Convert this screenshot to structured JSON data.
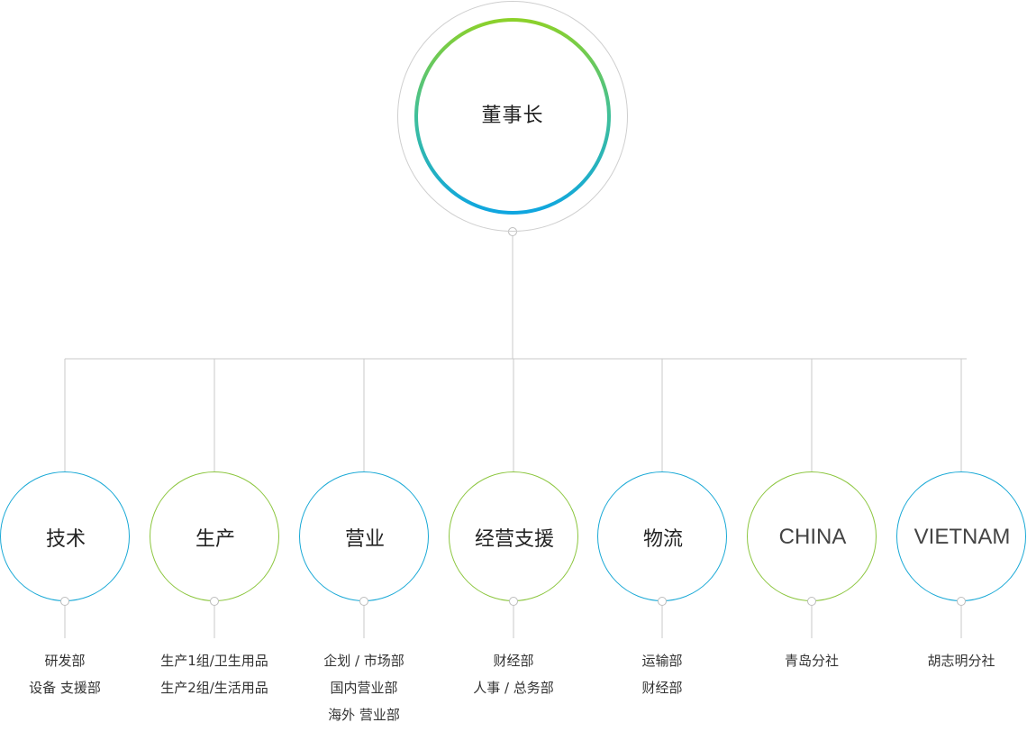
{
  "chairman": {
    "label": "董事长"
  },
  "departments": [
    {
      "id": "tech",
      "label": "技术",
      "color": "blue",
      "subs": [
        "研发部",
        "设备 支援部"
      ]
    },
    {
      "id": "prod",
      "label": "生产",
      "color": "green",
      "subs": [
        "生产1组/卫生用品",
        "生产2组/生活用品"
      ]
    },
    {
      "id": "sales",
      "label": "营业",
      "color": "blue",
      "subs": [
        "企划 / 市场部",
        "国内营业部",
        "海外 营业部"
      ]
    },
    {
      "id": "support",
      "label": "经营支援",
      "color": "green",
      "subs": [
        "财经部",
        "人事 / 总务部"
      ]
    },
    {
      "id": "logi",
      "label": "物流",
      "color": "blue",
      "subs": [
        "运输部",
        "财经部"
      ]
    },
    {
      "id": "china",
      "label": "CHINA",
      "color": "green",
      "subs": [
        "青岛分社"
      ]
    },
    {
      "id": "vietnam",
      "label": "VIETNAM",
      "color": "blue",
      "subs": [
        "胡志明分社"
      ]
    }
  ],
  "colors": {
    "blue": "#1aa9d6",
    "green": "#8cc63f",
    "connector": "#c8c8c8"
  }
}
